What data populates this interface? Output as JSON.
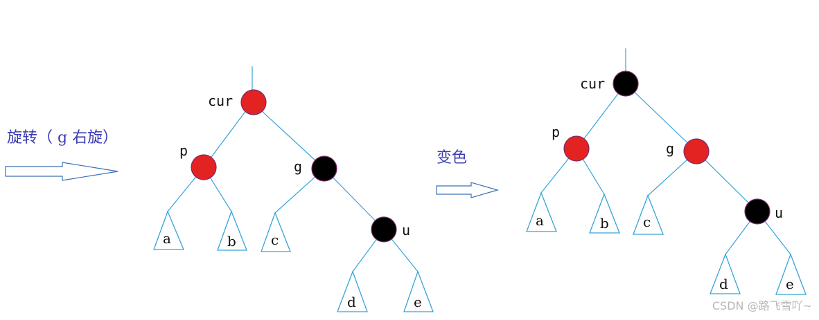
{
  "captions": {
    "rotate": "旋转（ g 右旋）",
    "recolor": "变色"
  },
  "colors": {
    "red": "#e32322",
    "black": "#000000",
    "edge": "#35a4d8",
    "caption": "#3b3bb5"
  },
  "trees": [
    {
      "nodes": [
        {
          "id": "cur",
          "label": "cur",
          "color": "red"
        },
        {
          "id": "p",
          "label": "p",
          "color": "red"
        },
        {
          "id": "g",
          "label": "g",
          "color": "black"
        },
        {
          "id": "u",
          "label": "u",
          "color": "black"
        }
      ],
      "subtrees": [
        "a",
        "b",
        "c",
        "d",
        "e"
      ]
    },
    {
      "nodes": [
        {
          "id": "cur",
          "label": "cur",
          "color": "black"
        },
        {
          "id": "p",
          "label": "p",
          "color": "red"
        },
        {
          "id": "g",
          "label": "g",
          "color": "red"
        },
        {
          "id": "u",
          "label": "u",
          "color": "black"
        }
      ],
      "subtrees": [
        "a",
        "b",
        "c",
        "d",
        "e"
      ]
    }
  ],
  "watermark": "CSDN @路飞雪吖~"
}
